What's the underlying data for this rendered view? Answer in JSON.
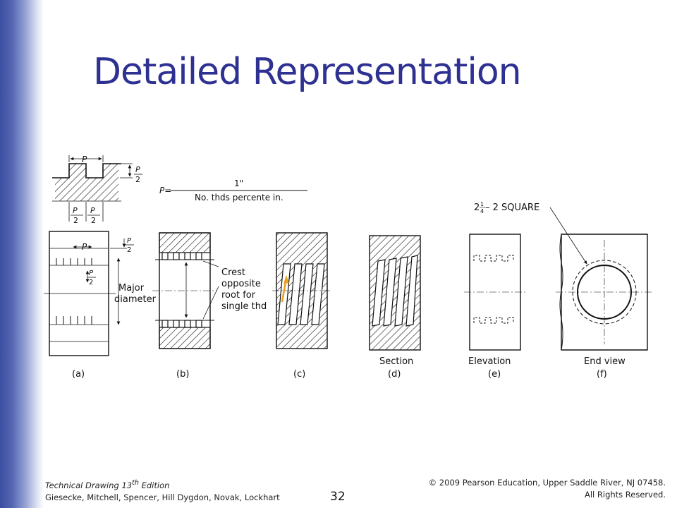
{
  "slide": {
    "title": "Detailed Representation",
    "page_number": "32"
  },
  "figure": {
    "formula": {
      "lhs": "P=",
      "numerator": "1\"",
      "denominator": "No. thds percente in."
    },
    "pitch_label": "P",
    "half_pitch": {
      "num": "P",
      "den": "2"
    },
    "major_diameter": [
      "Major",
      "diameter"
    ],
    "crest_note": [
      "Crest",
      "opposite",
      "root for",
      "single thd"
    ],
    "square_note": {
      "whole": "2",
      "frac_num": "1",
      "frac_den": "4",
      "rest": " – 2 SQUARE"
    },
    "view_names": {
      "d": "Section",
      "e": "Elevation",
      "f": "End view"
    },
    "panel_labels": [
      "(a)",
      "(b)",
      "(c)",
      "(d)",
      "(e)",
      "(f)"
    ]
  },
  "footer": {
    "book_title": "Technical Drawing",
    "edition_num": "13",
    "edition_sup": "th",
    "edition_word": "Edition",
    "authors": "Giesecke, Mitchell, Spencer, Hill Dygdon, Novak, Lockhart",
    "copyright": "© 2009 Pearson Education, Upper Saddle River, NJ 07458.",
    "rights": "All Rights Reserved."
  },
  "colors": {
    "title": "#2e3192",
    "accent_arrow": "#e8a020",
    "sidebar": "#3b4ea0"
  }
}
